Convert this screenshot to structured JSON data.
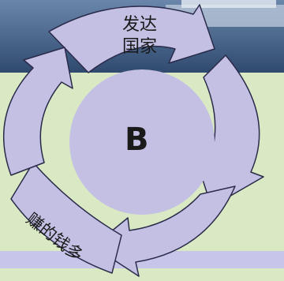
{
  "diagram": {
    "top_label_line1": "发达",
    "top_label_line2": "国家",
    "center_label": "B",
    "arc_label": "赚的钱多"
  },
  "colors": {
    "arrow_fill": "#c3c0e4",
    "arrow_stroke": "#2a2a4a",
    "background_green": "#d9e9c3",
    "sky_blue": "#4e6f97",
    "bottom_band": "#c7c6ea"
  }
}
